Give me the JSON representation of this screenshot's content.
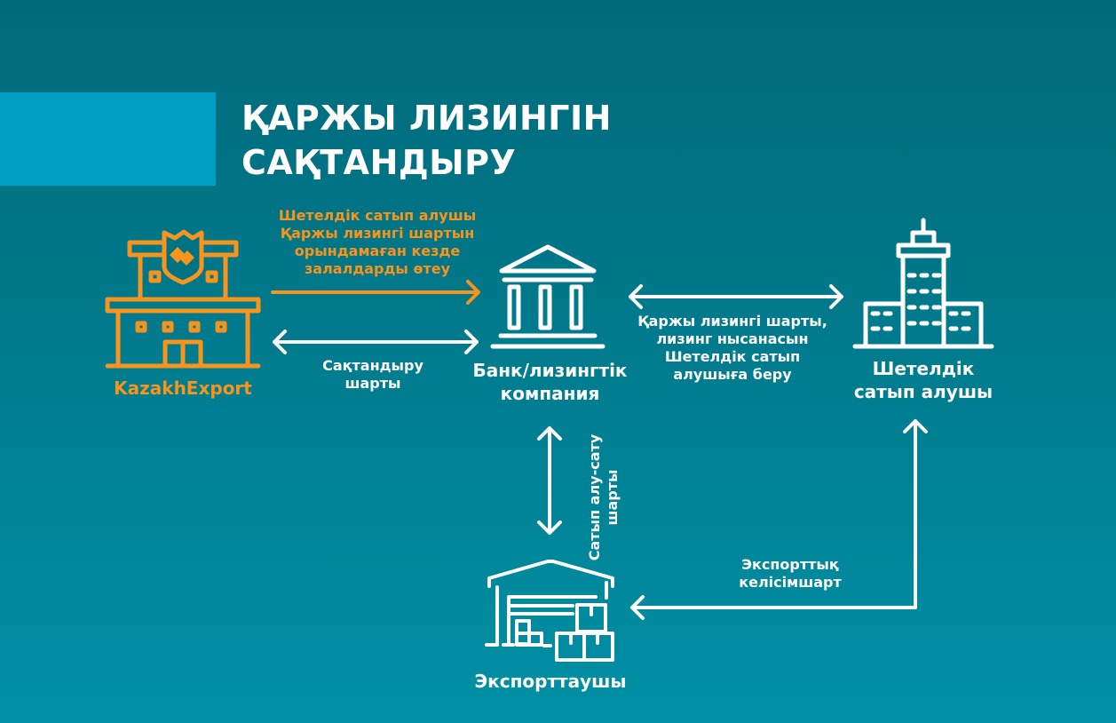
{
  "title": {
    "line1": "ҚАРЖЫ ЛИЗИНГІН",
    "line2": "САҚТАНДЫРУ"
  },
  "nodes": {
    "kazakhexport": "KazakhExport",
    "bank": {
      "line1": "Банк/лизингтік",
      "line2": "компания"
    },
    "buyer": {
      "line1": "Шетелдік",
      "line2": "сатып алушы"
    },
    "exporter": "Экспорттаушы"
  },
  "edges": {
    "compensation": {
      "line1": "Шетелдік сатып алушы",
      "line2": "Қаржы лизингі шартын",
      "line3": "орындамаған кезде",
      "line4": "залалдарды өтеу"
    },
    "insurance": {
      "line1": "Сақтандыру",
      "line2": "шарты"
    },
    "leasing": {
      "line1": "Қаржы лизингі шарты,",
      "line2": "лизинг нысанасын",
      "line3": "Шетелдік сатып",
      "line4": "алушыға беру"
    },
    "sale": {
      "line1": "Сатып алу-сату",
      "line2": "шарты"
    },
    "export": {
      "line1": "Экспорттық",
      "line2": "келісімшарт"
    }
  },
  "colors": {
    "orange": "#f7941d",
    "band": "#00a0c4",
    "white": "#ffffff"
  }
}
